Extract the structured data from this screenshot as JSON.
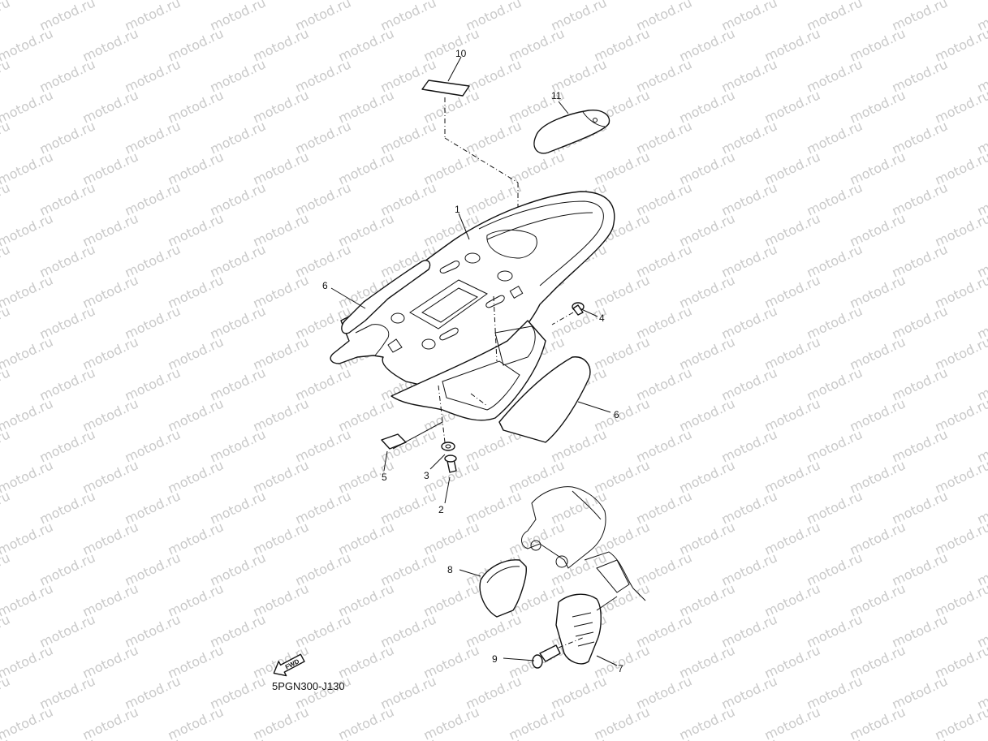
{
  "watermark": {
    "text": "motod.ru",
    "color": "#c9c9c9"
  },
  "diagram": {
    "code": "5PGN300-J130",
    "fwd_label": "FWD",
    "callouts": [
      "1",
      "2",
      "3",
      "4",
      "5",
      "6",
      "6",
      "7",
      "8",
      "9",
      "10",
      "11"
    ]
  }
}
